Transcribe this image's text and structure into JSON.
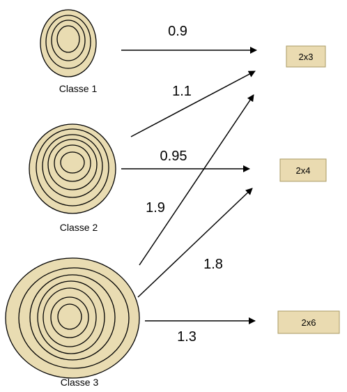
{
  "classes": [
    {
      "label": "Classe 1"
    },
    {
      "label": "Classe 2"
    },
    {
      "label": "Classe 3"
    }
  ],
  "targets": [
    {
      "label": "2x3"
    },
    {
      "label": "2x4"
    },
    {
      "label": "2x6"
    }
  ],
  "edges": [
    {
      "from": "Classe 1",
      "to": "2x3",
      "weight": "0.9"
    },
    {
      "from": "Classe 2",
      "to": "2x3",
      "weight": "1.1"
    },
    {
      "from": "Classe 2",
      "to": "2x4",
      "weight": "0.95"
    },
    {
      "from": "Classe 3",
      "to": "2x3",
      "weight": "1.9"
    },
    {
      "from": "Classe 3",
      "to": "2x4",
      "weight": "1.8"
    },
    {
      "from": "Classe 3",
      "to": "2x6",
      "weight": "1.3"
    }
  ],
  "colors": {
    "ring_fill": "#e9dcb2",
    "box_fill": "#eadbb1",
    "box_border": "#a89a62"
  }
}
